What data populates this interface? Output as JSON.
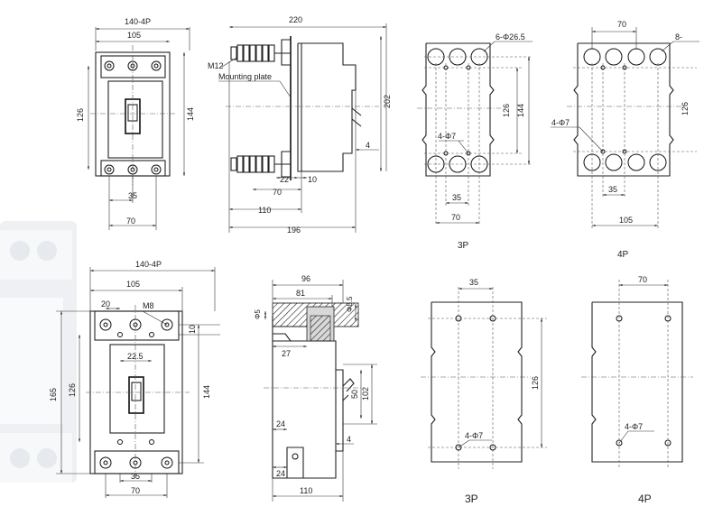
{
  "top_row": {
    "front_view": {
      "width_total": "140-4P",
      "width_poles": "105",
      "height_mount": "126",
      "height_total": "144",
      "pole_spacing": "35",
      "bottom_width": "70"
    },
    "side_view": {
      "total_length": "220",
      "height": "202",
      "bolt_label": "M12",
      "plate_label": "Mounting plate",
      "rail_offset": "4",
      "dim_22": "22",
      "dim_10": "10",
      "dim_70": "70",
      "dim_110": "110",
      "dim_196": "196"
    },
    "drill_3p": {
      "holes_top": "6-Φ26.5",
      "holes_mid": "4-Φ7",
      "height_126": "126",
      "height_144": "144",
      "spacing_35": "35",
      "width_70": "70",
      "caption": "3P"
    },
    "drill_4p": {
      "width_70": "70",
      "holes_top": "8-",
      "holes_mid": "4-Φ7",
      "height_126": "126",
      "spacing_35": "35",
      "width_105": "105",
      "caption": "4P"
    }
  },
  "bottom_row": {
    "front_view": {
      "width_total": "140-4P",
      "width_poles": "105",
      "dim_20": "20",
      "thread": "M8",
      "dim_10": "10",
      "dim_22_5": "22.5",
      "height_165": "165",
      "height_126": "126",
      "height_144": "144",
      "spacing_35": "35",
      "width_70": "70"
    },
    "side_view": {
      "dim_96": "96",
      "dim_81": "81",
      "dia_5": "Φ5",
      "dia_8_5": "Φ8.5",
      "dim_27": "27",
      "dim_50": "50",
      "dim_102": "102",
      "dim_24a": "24",
      "dim_24b": "24",
      "dim_4": "4",
      "dim_110": "110"
    },
    "drill_3p": {
      "spacing_35": "35",
      "height_126": "126",
      "holes": "4-Φ7",
      "caption": "3P"
    },
    "drill_4p": {
      "width_70": "70",
      "holes": "4-Φ7",
      "caption": "4P"
    }
  }
}
